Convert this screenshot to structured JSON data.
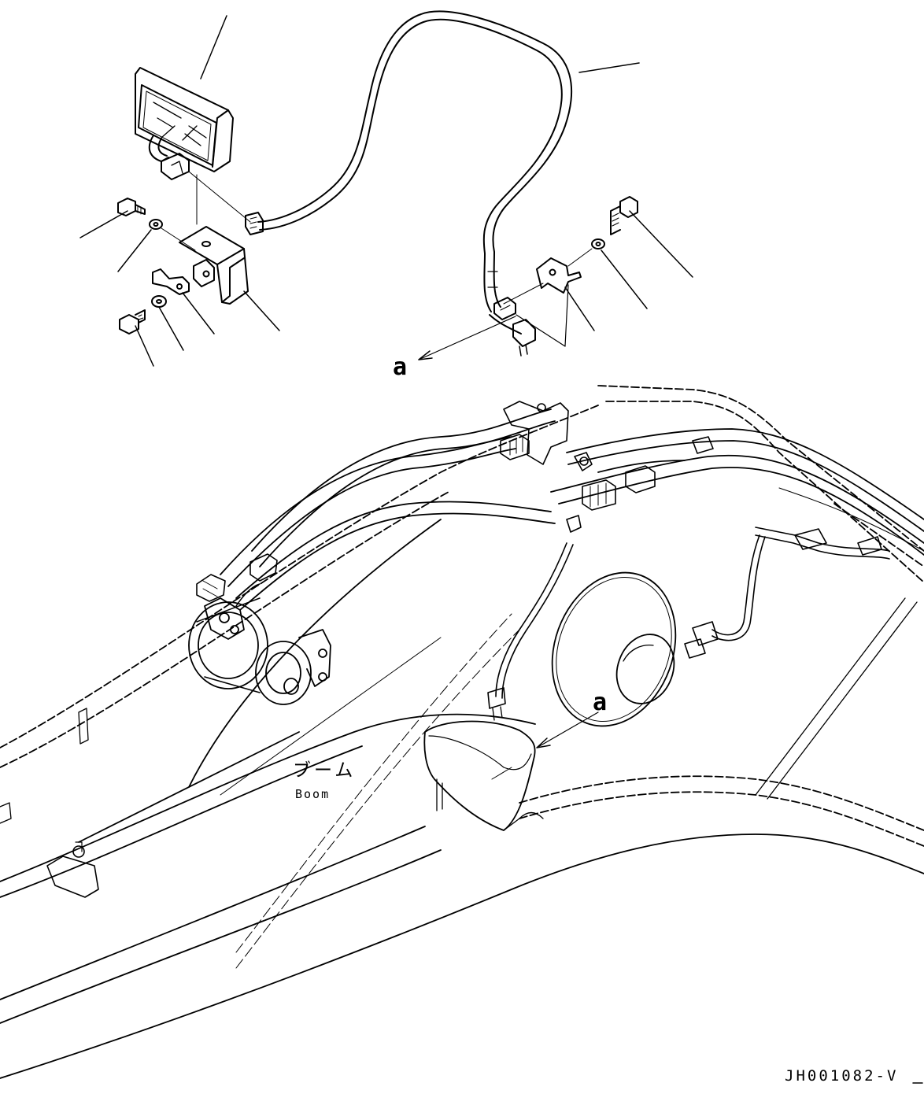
{
  "diagram": {
    "callout_letter_upper": "a",
    "callout_letter_lower": "a",
    "boom_label_ja": "ブーム",
    "boom_label_en": "Boom",
    "figure_code": "JH001082-V"
  },
  "colors": {
    "line": "#000000",
    "background": "#ffffff"
  }
}
